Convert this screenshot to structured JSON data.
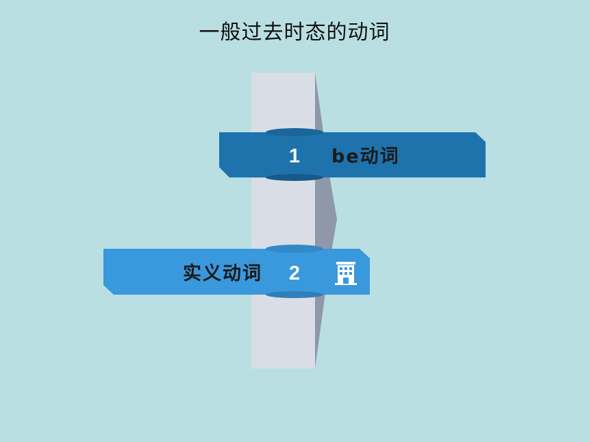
{
  "title": "一般过去时态的动词",
  "items": [
    {
      "number": "1",
      "label": "be动词",
      "color": "#1e73ad"
    },
    {
      "number": "2",
      "label": "实义动词",
      "color": "#3a98dc",
      "icon": "building-icon"
    }
  ],
  "colors": {
    "background": "#b9dfe3",
    "pillar_front": "#d9dee6",
    "pillar_side": "#8e98a9"
  }
}
